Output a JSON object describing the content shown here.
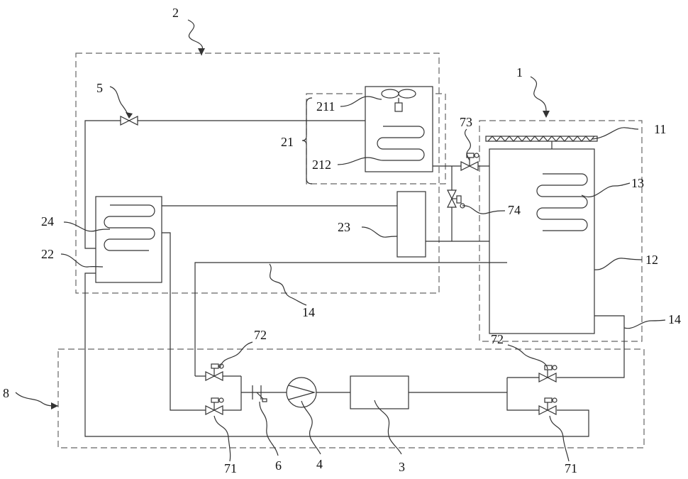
{
  "labels": {
    "l1": "1",
    "l2": "2",
    "l3": "3",
    "l4": "4",
    "l5": "5",
    "l6": "6",
    "l8": "8",
    "l11": "11",
    "l12": "12",
    "l13": "13",
    "l14a": "14",
    "l14b": "14",
    "l21": "21",
    "l22": "22",
    "l23": "23",
    "l24": "24",
    "l71a": "71",
    "l71b": "71",
    "l72a": "72",
    "l72b": "72",
    "l73": "73",
    "l74": "74",
    "l211": "211",
    "l212": "212"
  },
  "colors": {
    "line": "#333333",
    "dash": "#666666",
    "background": "#ffffff"
  },
  "icons": {
    "fan": "fan-icon",
    "coil": "coil-icon",
    "pump": "pump-icon",
    "valve": "valve-icon",
    "solenoid-valve": "solenoid-valve-icon",
    "filter": "filter-icon",
    "radiator": "radiator-icon"
  }
}
